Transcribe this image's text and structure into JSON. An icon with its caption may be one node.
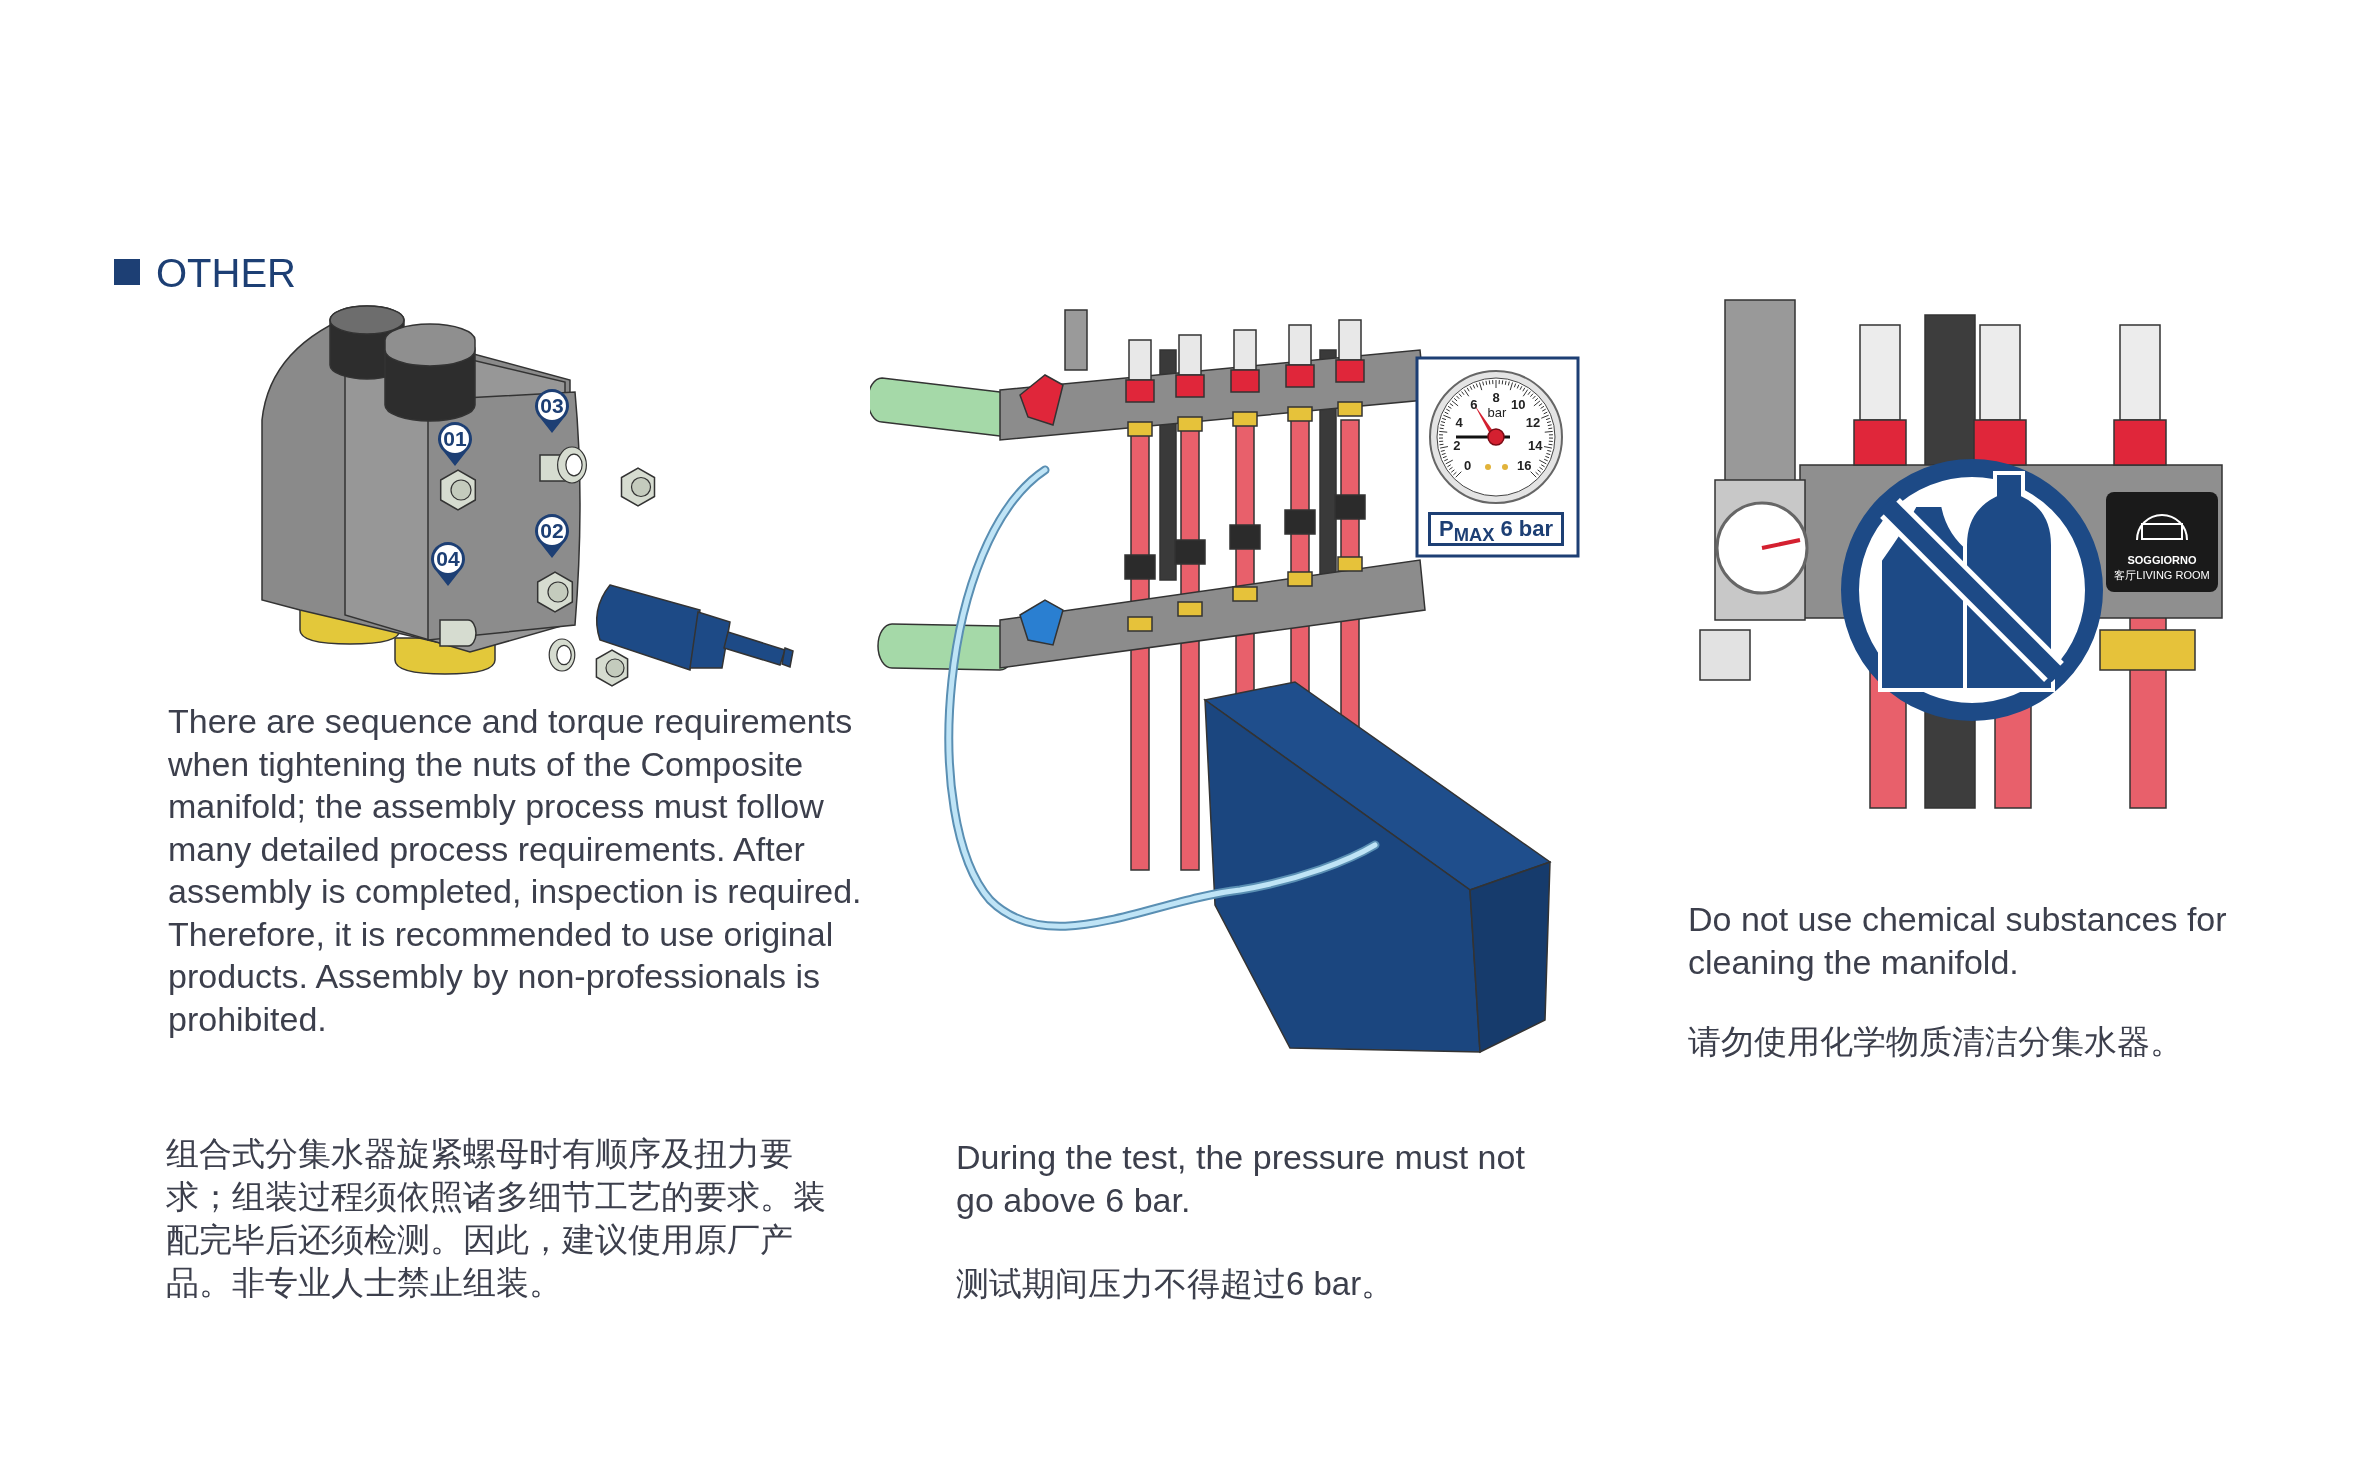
{
  "diagram": {
    "title": "OTHER",
    "labels": [
      "03",
      "01",
      "02",
      "04",
      "0",
      "2",
      "4",
      "6",
      "8",
      "10",
      "12",
      "14",
      "16",
      "bar",
      "P$_{MAX}$ 6 bar",
      "There are sequence and torque requirements when tightening the nuts of the Composite manifold; the assembly process must follow many detailed process requirements. After assembly is completed, inspection is required. Therefore, it is recommended to use original products. Assembly by non-professionals is prohibited.",
      "组合式分集水器旋紧螺母时有顺序及扭力要求；组装过程须依照诸多细节工艺的要求。装配完毕后还须检测。因此，建议使用原厂产品。非专业人士禁止组装。",
      "During the test, the pressure must not go above 6 bar.",
      "测试期间压力不得超过6 bar。",
      "Do not use chemical substances for cleaning the manifold.",
      "请勿使用化学物质清洁分集水器。",
      "SOGGIORNO",
      "客厅LIVING ROOM"
    ]
  }
}
